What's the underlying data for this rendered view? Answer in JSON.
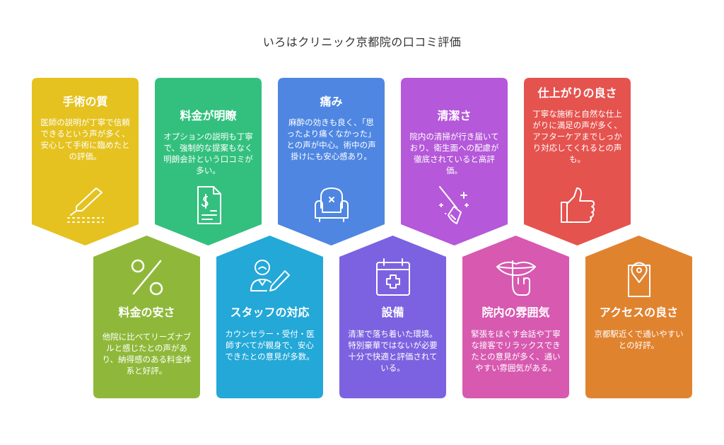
{
  "title": "いろはクリニック京都院の口コミ評価",
  "colors": {
    "yellow": "#E5C21F",
    "green": "#33C07E",
    "blue": "#4E86E2",
    "purple": "#B558D9",
    "red": "#E5534F",
    "lime": "#8FB83A",
    "cyan": "#23A8D8",
    "violet": "#7C62E0",
    "magenta": "#D759B0",
    "orange": "#E0832F"
  },
  "cards": [
    {
      "heading": "手術の質",
      "text": "医師の説明が丁寧で信頼できるという声が多く、安心して手術に臨めたとの評価。",
      "icon": "scalpel-icon",
      "color": "yellow"
    },
    {
      "heading": "料金が明瞭",
      "text": "オプションの説明も丁寧で、強制的な提案もなく明朗会計という口コミが多い。",
      "icon": "invoice-icon",
      "color": "green"
    },
    {
      "heading": "痛み",
      "text": "麻酔の効きも良く、「思ったより痛くなかった」との声が中心。術中の声掛けにも安心感あり。",
      "icon": "armchair-icon",
      "color": "blue"
    },
    {
      "heading": "清潔さ",
      "text": "院内の清掃が行き届いており、衛生面への配慮が徹底されていると高評価。",
      "icon": "broom-sparkle-icon",
      "color": "purple"
    },
    {
      "heading": "仕上がりの良さ",
      "text": "丁寧な施術と自然な仕上がりに満足の声が多く、アフターケアまでしっかり対応してくれるとの声も。",
      "icon": "thumbs-up-icon",
      "color": "red"
    },
    {
      "heading": "料金の安さ",
      "text": "他院に比べてリーズナブルと感じたとの声があり、納得感のある料金体系と好評。",
      "icon": "percent-icon",
      "color": "lime"
    },
    {
      "heading": "スタッフの対応",
      "text": "カウンセラー・受付・医師すべてが親身で、安心できたとの意見が多数。",
      "icon": "staff-pen-icon",
      "color": "cyan"
    },
    {
      "heading": "設備",
      "text": "清潔で落ち着いた環境。特別豪華ではないが必要十分で快適と評価されている。",
      "icon": "medical-calendar-icon",
      "color": "violet"
    },
    {
      "heading": "院内の雰囲気",
      "text": "緊張をほぐす会話や丁寧な接客でリラックスできたとの意見が多く、通いやすい雰囲気がある。",
      "icon": "quiet-lips-icon",
      "color": "magenta"
    },
    {
      "heading": "アクセスの良さ",
      "text": "京都駅近くで通いやすいとの好評。",
      "icon": "map-pin-icon",
      "color": "orange"
    }
  ]
}
